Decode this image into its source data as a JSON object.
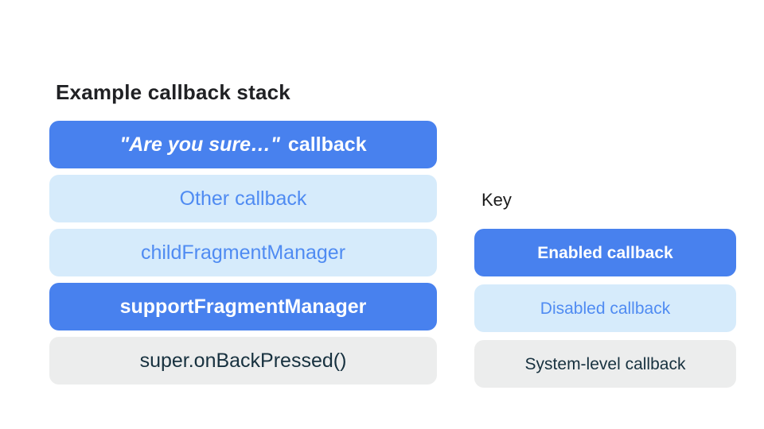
{
  "colors": {
    "enabled_bg": "#4881EE",
    "enabled_text": "#FFFFFF",
    "disabled_bg": "#D6EBFB",
    "disabled_text": "#4F8BF2",
    "system_bg": "#ECEDED",
    "system_text": "#17313F",
    "title_text": "#202124",
    "page_bg": "#FFFFFF"
  },
  "stack": {
    "title": "Example callback stack",
    "items": [
      {
        "label_italic": "\"Are you sure…\"",
        "label_rest": "callback",
        "type": "enabled"
      },
      {
        "label": "Other callback",
        "type": "disabled"
      },
      {
        "label": "childFragmentManager",
        "type": "disabled"
      },
      {
        "label": "supportFragmentManager",
        "type": "enabled"
      },
      {
        "label": "super.onBackPressed()",
        "type": "system"
      }
    ]
  },
  "key": {
    "title": "Key",
    "items": [
      {
        "label": "Enabled callback",
        "type": "enabled"
      },
      {
        "label": "Disabled callback",
        "type": "disabled"
      },
      {
        "label": "System-level callback",
        "type": "system"
      }
    ]
  }
}
